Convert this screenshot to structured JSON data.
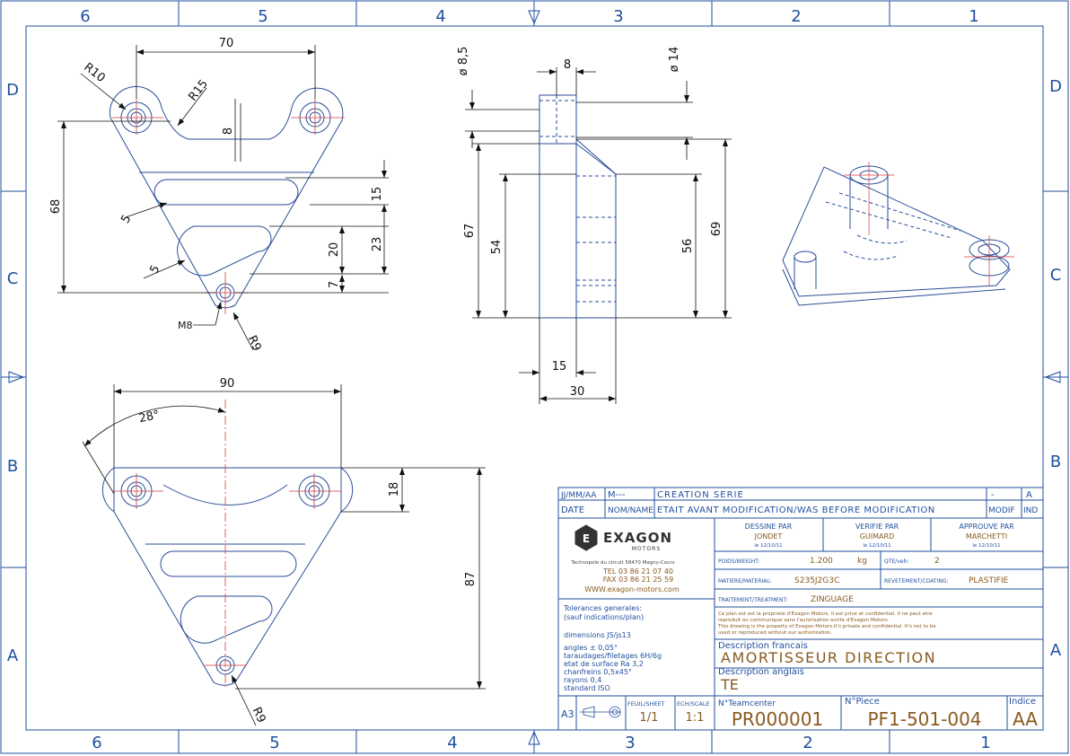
{
  "frame": {
    "columns": [
      "6",
      "5",
      "4",
      "3",
      "2",
      "1"
    ],
    "rows": [
      "D",
      "C",
      "B",
      "A"
    ]
  },
  "dims": {
    "top_view": {
      "d70": "70",
      "r10": "R10",
      "r15": "R15",
      "d8": "8",
      "d68": "68",
      "d15": "15",
      "d23": "23",
      "d20": "20",
      "d7": "7",
      "s5a": "5",
      "s5b": "5",
      "m8": "M8",
      "r9": "R9"
    },
    "side_view": {
      "dia85": "ø 8,5",
      "dia14": "ø 14",
      "d8": "8",
      "d67": "67",
      "d54": "54",
      "d56": "56",
      "d69": "69",
      "d15": "15",
      "d30": "30"
    },
    "bottom_view": {
      "d90": "90",
      "a28": "28°",
      "d18": "18",
      "d87": "87",
      "r9": "R9"
    }
  },
  "title_block": {
    "row1": {
      "date_fmt": "JJ/MM/AA",
      "name": "M---",
      "text": "CREATION SERIE",
      "modif": "-",
      "ind": "A"
    },
    "row2": {
      "date": "DATE",
      "name": "NOM/NAME",
      "text": "ETAIT AVANT MODIFICATION/WAS BEFORE MODIFICATION",
      "modif": "MODIF",
      "ind": "IND"
    },
    "company": {
      "name": "EXAGON",
      "sub": "MOTORS",
      "address": "Technopole du circuit 58470 Magny-Cours",
      "tel": "TEL 03 86 21 07 40",
      "fax": "FAX 03 86 21 25 59",
      "web": "WWW.exagon-motors.com"
    },
    "drawn": {
      "label": "DESSINE PAR",
      "name": "JONDET",
      "date": "le 12/10/11"
    },
    "checked": {
      "label": "VERIFIE PAR",
      "name": "GUIMARD",
      "date": "le 12/10/11"
    },
    "approved": {
      "label": "APPROUVE PAR",
      "name": "MARCHETTI",
      "date": "le 12/10/11"
    },
    "weight": {
      "label": "POIDS/WEIGHT:",
      "value": "1.200",
      "unit": "kg"
    },
    "qty": {
      "label": "QTE/veh:",
      "value": "2"
    },
    "material": {
      "label": "MATIERE/MATERIAL:",
      "value": "S235J2G3C"
    },
    "coating": {
      "label": "REVETEMENT/COATING:",
      "value": "PLASTIFIE"
    },
    "treatment": {
      "label": "TRAITEMENT/TREATMENT:",
      "value": "ZINGUAGE"
    },
    "tolerances": [
      "Tolerances generales:",
      "(sauf indications/plan)",
      "",
      "dimensions JS/js13",
      "",
      "angles ± 0,05°",
      "taraudages/filetages 6H/6g",
      "etat de surface Ra 3,2",
      "chanfreins 0,5x45°",
      "rayons 0,4",
      "standard ISO"
    ],
    "confidential": [
      "Ce plan est est la propriete d'Exagon Motors. Il est prive et confidentiel. Il ne peut etre",
      "reproduit ou communique sans l'autorisation ecrite d'Exagon Motors",
      "This drawing is the property of Exagon Motors.It's private and confidential. It's not to be",
      "used or reproduced without our authorization."
    ],
    "desc_fr_label": "Description francais",
    "desc_fr": "AMORTISSEUR DIRECTION",
    "desc_en_label": "Description anglais",
    "desc_en": "TE",
    "format": "A3",
    "sheet_label": "FEUIL/SHEET",
    "sheet": "1/1",
    "scale_label": "ECH/SCALE",
    "scale": "1:1",
    "teamcenter_label": "N°Teamcenter",
    "teamcenter": "PR000001",
    "piece_label": "N°Piece",
    "piece": "PF1-501-004",
    "index_label": "Indice",
    "index": "AA"
  },
  "colors": {
    "outline": "#2a4e9a",
    "dimension": "#111111",
    "centerline": "#d63a3a",
    "frame": "#1f4f9e",
    "title_value": "#8a5a1e"
  }
}
